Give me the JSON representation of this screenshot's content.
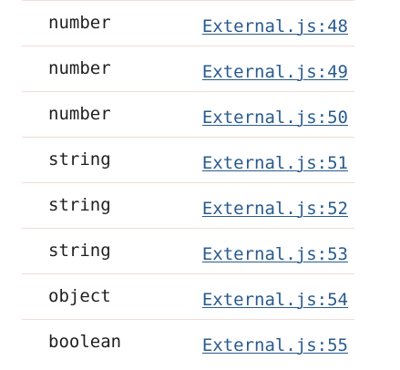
{
  "console": {
    "rows": [
      {
        "message": "number",
        "source": "External.js:48"
      },
      {
        "message": "number",
        "source": "External.js:49"
      },
      {
        "message": "number",
        "source": "External.js:50"
      },
      {
        "message": "string",
        "source": "External.js:51"
      },
      {
        "message": "string",
        "source": "External.js:52"
      },
      {
        "message": "string",
        "source": "External.js:53"
      },
      {
        "message": "object",
        "source": "External.js:54"
      },
      {
        "message": "boolean",
        "source": "External.js:55"
      }
    ]
  },
  "colors": {
    "text": "#1f1f1f",
    "link": "#295b8e",
    "divider": "#f3dcd7"
  }
}
